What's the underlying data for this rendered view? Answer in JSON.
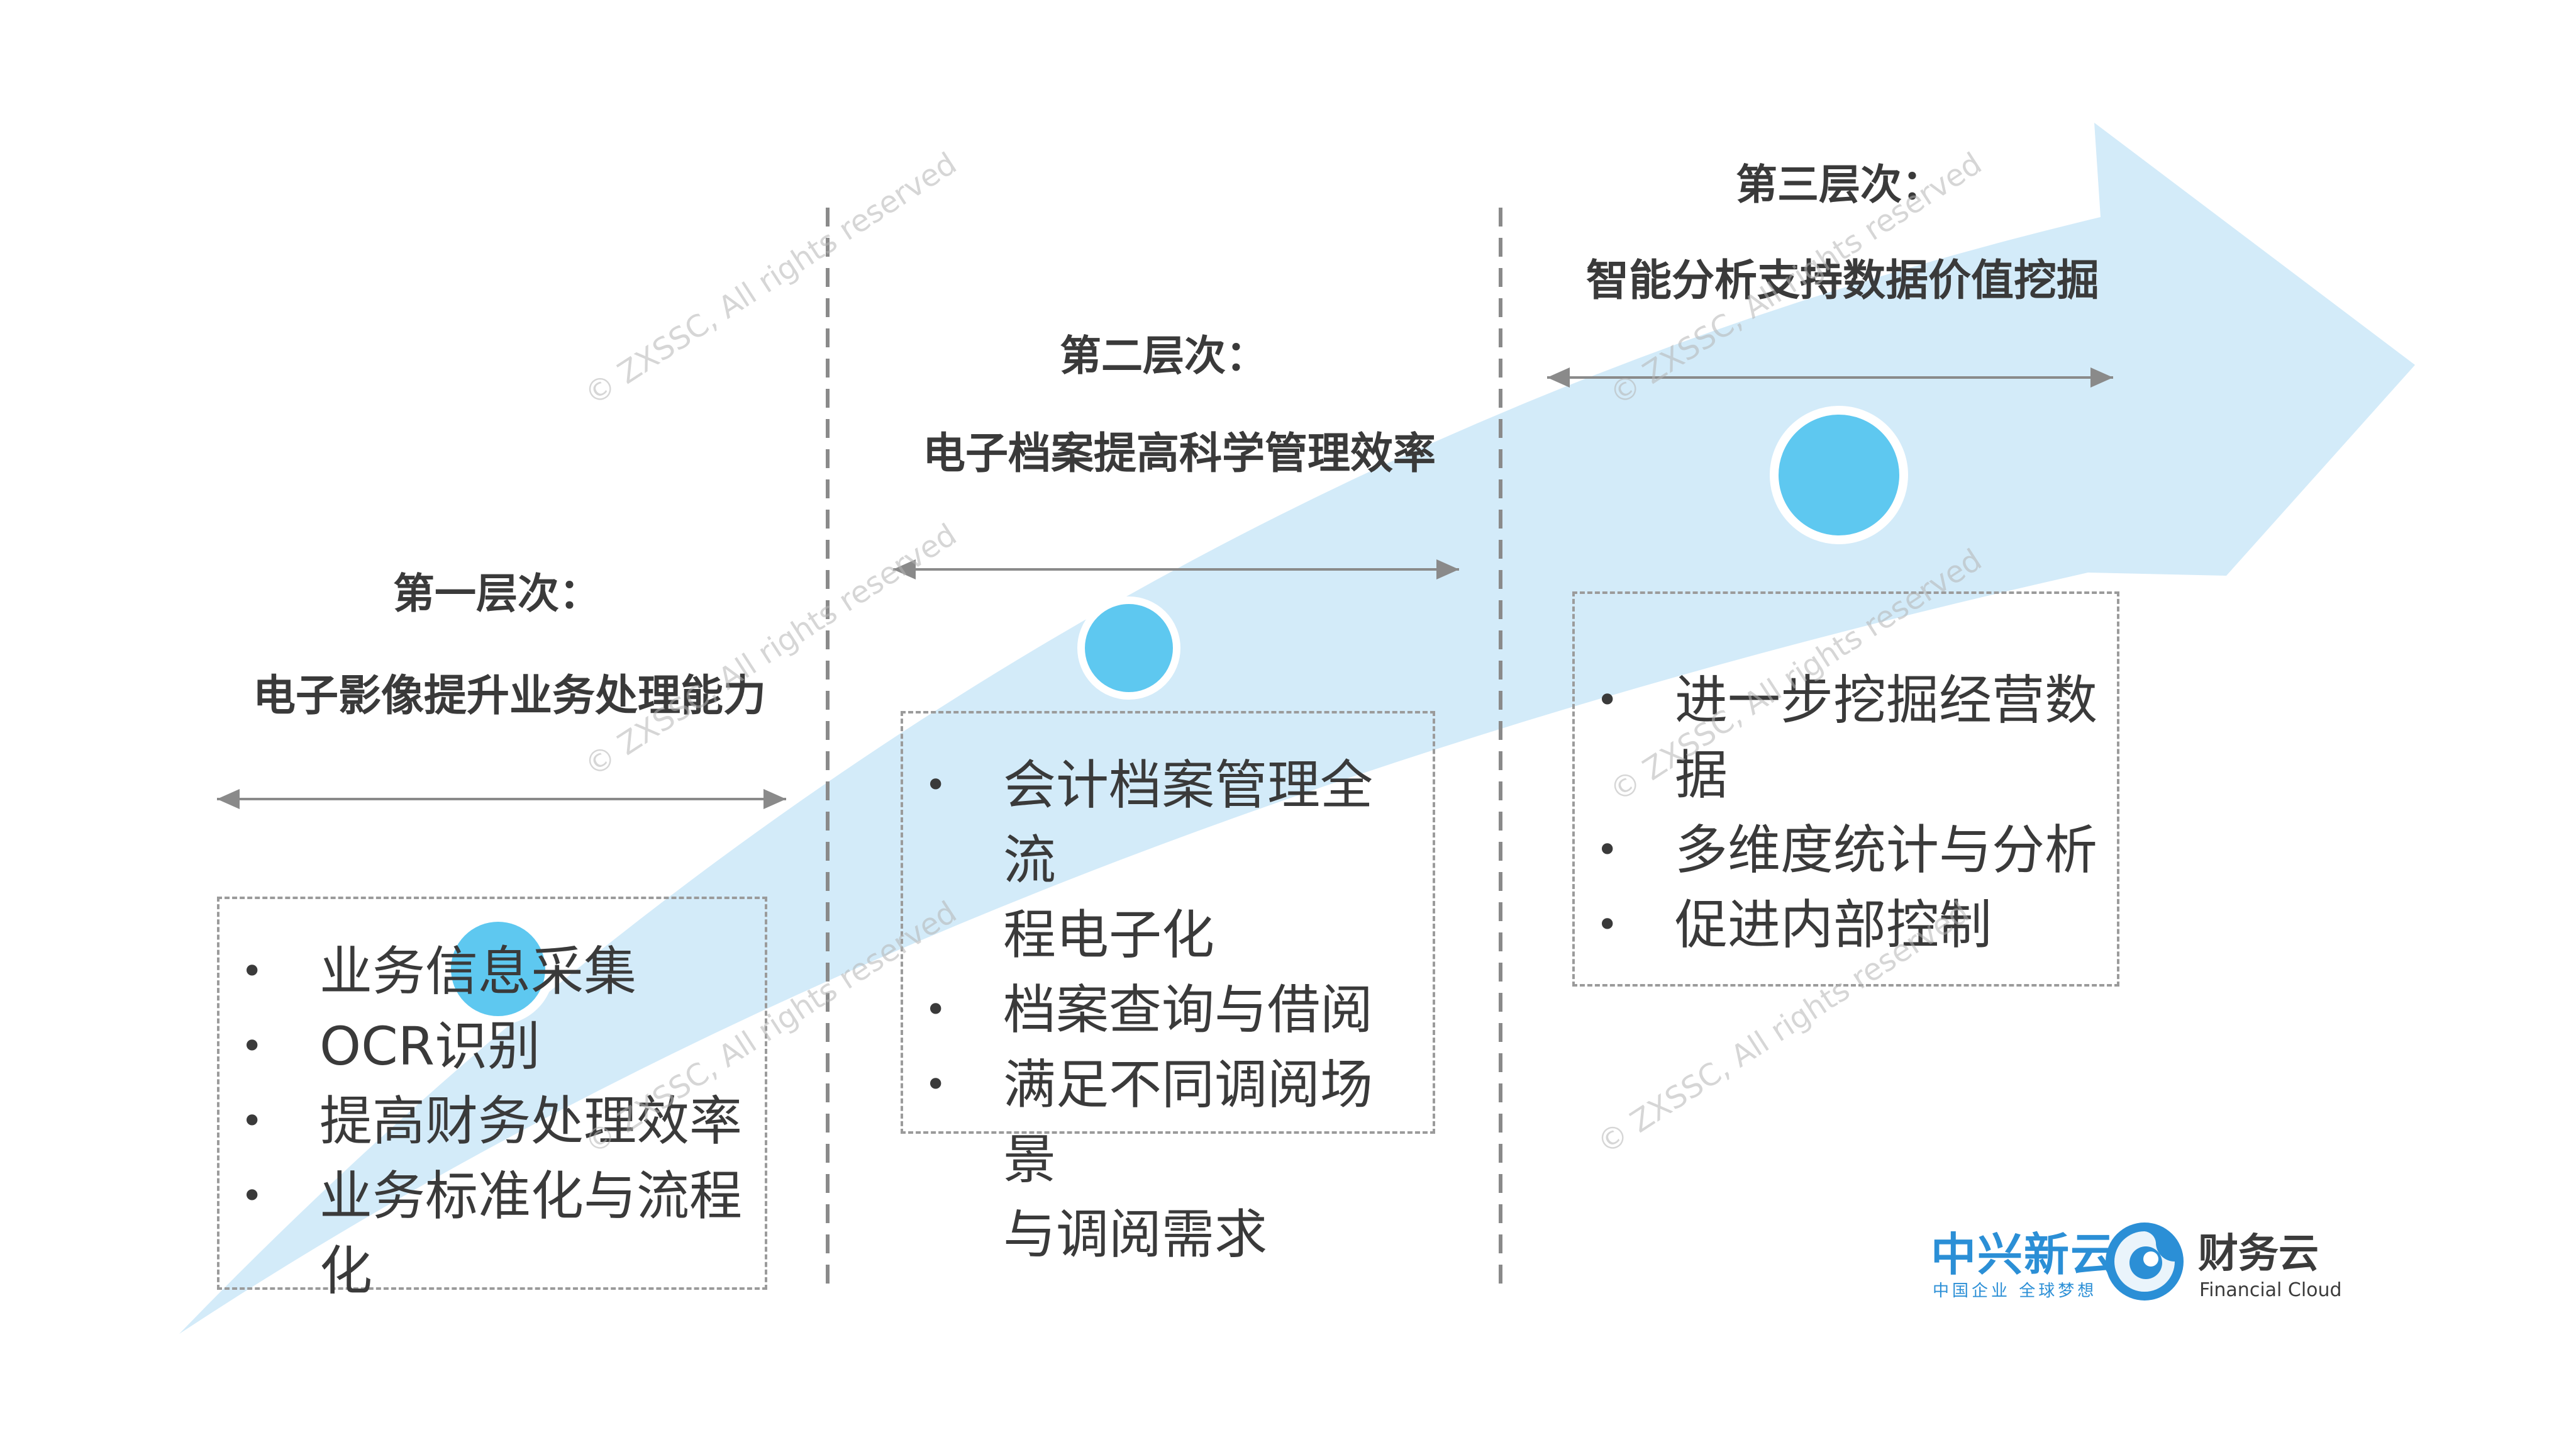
{
  "levels": [
    {
      "title": "第一层次：",
      "subtitle": "电子影像提升业务处理能力",
      "bullets": [
        "业务信息采集",
        "OCR识别",
        "提高财务处理效率",
        "业务标准化与流程化"
      ]
    },
    {
      "title": "第二层次：",
      "subtitle": "电子档案提高科学管理效率",
      "bullets": [
        "会计档案管理全流",
        "程电子化",
        "档案查询与借阅",
        "满足不同调阅场景",
        "与调阅需求"
      ]
    },
    {
      "title": "第三层次：",
      "subtitle": "智能分析支持数据价值挖掘",
      "bullets": [
        "进一步挖掘经营数据",
        "多维度统计与分析",
        "促进内部控制"
      ]
    }
  ],
  "watermark": "© ZXSSC, All rights reserved",
  "logo": {
    "brand_cn": "中兴新云",
    "brand_tagline": "中国企业 全球梦想",
    "product_cn": "财务云",
    "product_en": "Financial Cloud"
  },
  "colors": {
    "arrow_fill": "#d3ebf9",
    "circle_fill": "#5ec8f0",
    "text": "#3a3a3a",
    "divider": "#8a8a8a",
    "brand": "#2b8fd6"
  },
  "icons": [
    "double-arrow-icon",
    "milestone-circle-icon",
    "cloud-logo-icon"
  ]
}
